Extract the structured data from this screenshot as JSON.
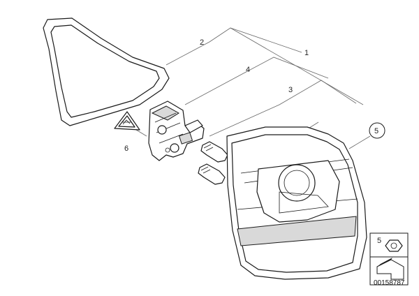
{
  "diagram": {
    "callouts": {
      "c1": "1",
      "c2": "2",
      "c3": "3",
      "c4": "4",
      "c5": "5",
      "c6": "6",
      "inset_label": "5"
    },
    "reference_number": "00158787"
  }
}
